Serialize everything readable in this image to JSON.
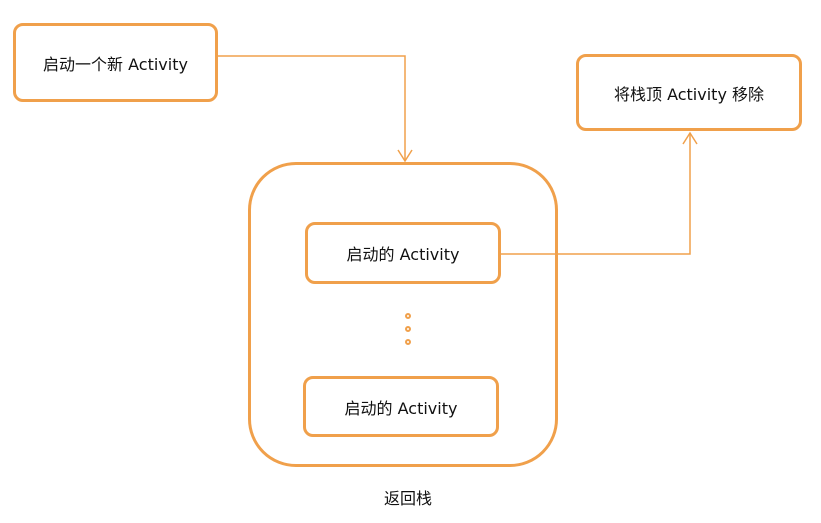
{
  "nodes": {
    "start_new": "启动一个新 Activity",
    "pop_top": "将栈顶 Activity 移除",
    "stack_top_item": "启动的 Activity",
    "stack_bottom_item": "启动的 Activity"
  },
  "stack": {
    "label": "返回栈",
    "ellipsis_dots": 3
  },
  "colors": {
    "accent": "#f0a04b",
    "text": "#111111",
    "background": "#ffffff"
  }
}
